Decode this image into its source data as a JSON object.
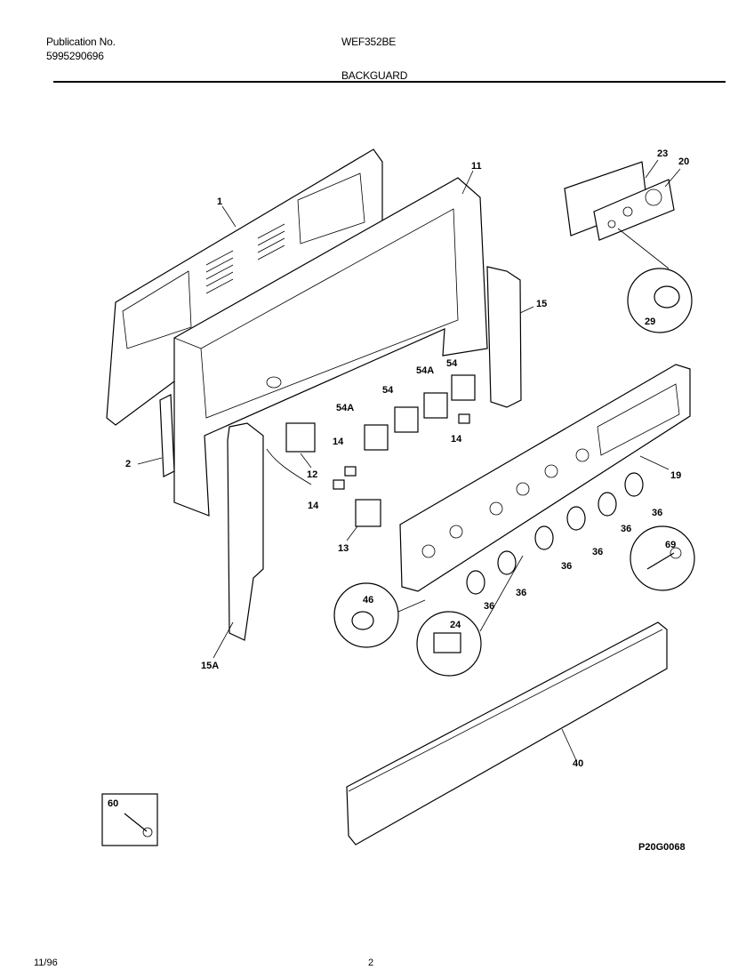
{
  "header": {
    "publication_label": "Publication No.",
    "publication_number": "5995290696",
    "model": "WEF352BE",
    "section": "BACKGUARD"
  },
  "diagram_code": "P20G0068",
  "footer": {
    "date": "11/96",
    "page": "2"
  },
  "callouts": {
    "c1": "1",
    "c11": "11",
    "c23": "23",
    "c20": "20",
    "c15": "15",
    "c29": "29",
    "c54a_top": "54A",
    "c54_top": "54",
    "c54_mid": "54",
    "c54a_left": "54A",
    "c14_a": "14",
    "c14_b": "14",
    "c14_c": "14",
    "c2": "2",
    "c12": "12",
    "c13": "13",
    "c19": "19",
    "c36_a": "36",
    "c36_b": "36",
    "c36_c": "36",
    "c36_d": "36",
    "c36_e": "36",
    "c36_f": "36",
    "c69": "69",
    "c46": "46",
    "c24": "24",
    "c15a": "15A",
    "c40": "40",
    "c60": "60"
  }
}
